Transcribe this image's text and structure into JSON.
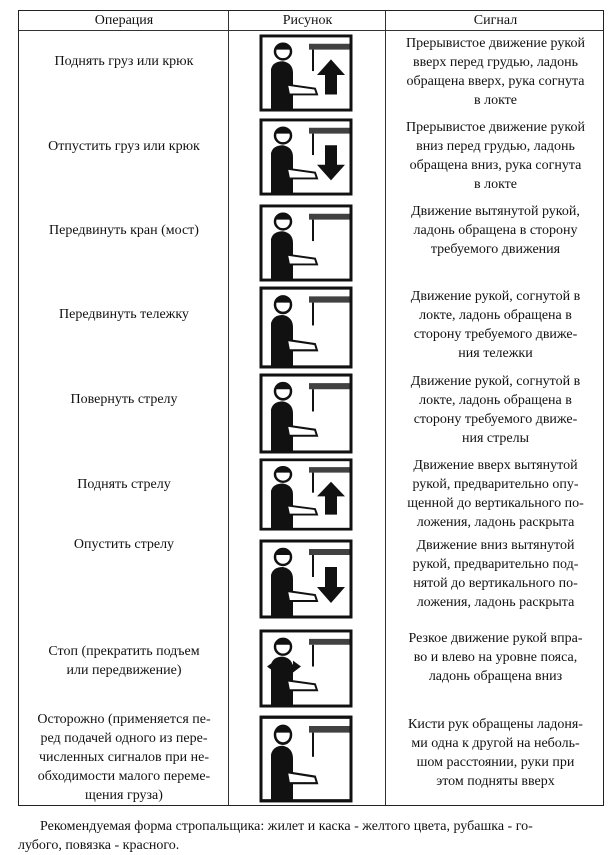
{
  "table": {
    "headers": [
      "Операция",
      "Рисунок",
      "Сигнал"
    ],
    "rows": [
      {
        "operation": [
          "Поднять груз или крюк"
        ],
        "picture": "signal-lift-load",
        "arrow": "up",
        "signal": [
          "Прерывистое движение рукой",
          "вверх перед грудью, ладонь",
          "обращена вверх, рука согнута",
          "в локте"
        ]
      },
      {
        "operation": [
          "Отпустить груз или крюк"
        ],
        "picture": "signal-lower-load",
        "arrow": "down",
        "signal": [
          "Прерывистое движение рукой",
          "вниз перед грудью, ладонь",
          "обращена вниз, рука согнута",
          "в локте"
        ]
      },
      {
        "operation": [
          "Передвинуть кран (мост)"
        ],
        "picture": "signal-move-crane",
        "arrow": "none",
        "signal": [
          "Движение вытянутой рукой,",
          "ладонь обращена в сторону",
          "требуемого движения"
        ]
      },
      {
        "operation": [
          "Передвинуть тележку"
        ],
        "picture": "signal-move-trolley",
        "arrow": "none",
        "signal": [
          "Движение рукой, согнутой в",
          "локте, ладонь обращена в",
          "сторону требуемого движе-",
          "ния тележки"
        ]
      },
      {
        "operation": [
          "Повернуть стрелу"
        ],
        "picture": "signal-rotate-boom",
        "arrow": "none",
        "signal": [
          "Движение рукой, согнутой в",
          "локте, ладонь обращена в",
          "сторону требуемого движе-",
          "ния стрелы"
        ]
      },
      {
        "operation": [
          "Поднять стрелу"
        ],
        "picture": "signal-raise-boom",
        "arrow": "up",
        "signal": [
          "Движение вверх вытянутой",
          "рукой, предварительно опу-",
          "щенной до вертикального по-",
          "ложения, ладонь раскрыта"
        ]
      },
      {
        "operation": [
          "Опустить стрелу"
        ],
        "picture": "signal-lower-boom",
        "arrow": "down",
        "signal": [
          "Движение вниз вытянутой",
          "рукой, предварительно под-",
          "нятой до вертикального по-",
          "ложения, ладонь раскрыта"
        ]
      },
      {
        "operation": [
          "Стоп (прекратить подъем",
          "или передвижение)"
        ],
        "picture": "signal-stop",
        "arrow": "both",
        "signal": [
          "Резкое движение рукой впра-",
          "во и влево на уровне пояса,",
          "ладонь обращена вниз"
        ]
      },
      {
        "operation": [
          "Осторожно (применяется пе-",
          "ред подачей одного из пере-",
          "численных сигналов при не-",
          "обходимости малого переме-",
          "щения груза)"
        ],
        "picture": "signal-caution",
        "arrow": "none",
        "signal": [
          "Кисти рук обращены ладоня-",
          "ми одна к другой на неболь-",
          "шом расстоянии, руки при",
          "этом подняты вверх"
        ]
      }
    ]
  },
  "note": [
    "Рекомендуемая форма стропальщика: жилет и каска - желтого цвета, рубашка - го-",
    "лубого, повязка - красного."
  ]
}
